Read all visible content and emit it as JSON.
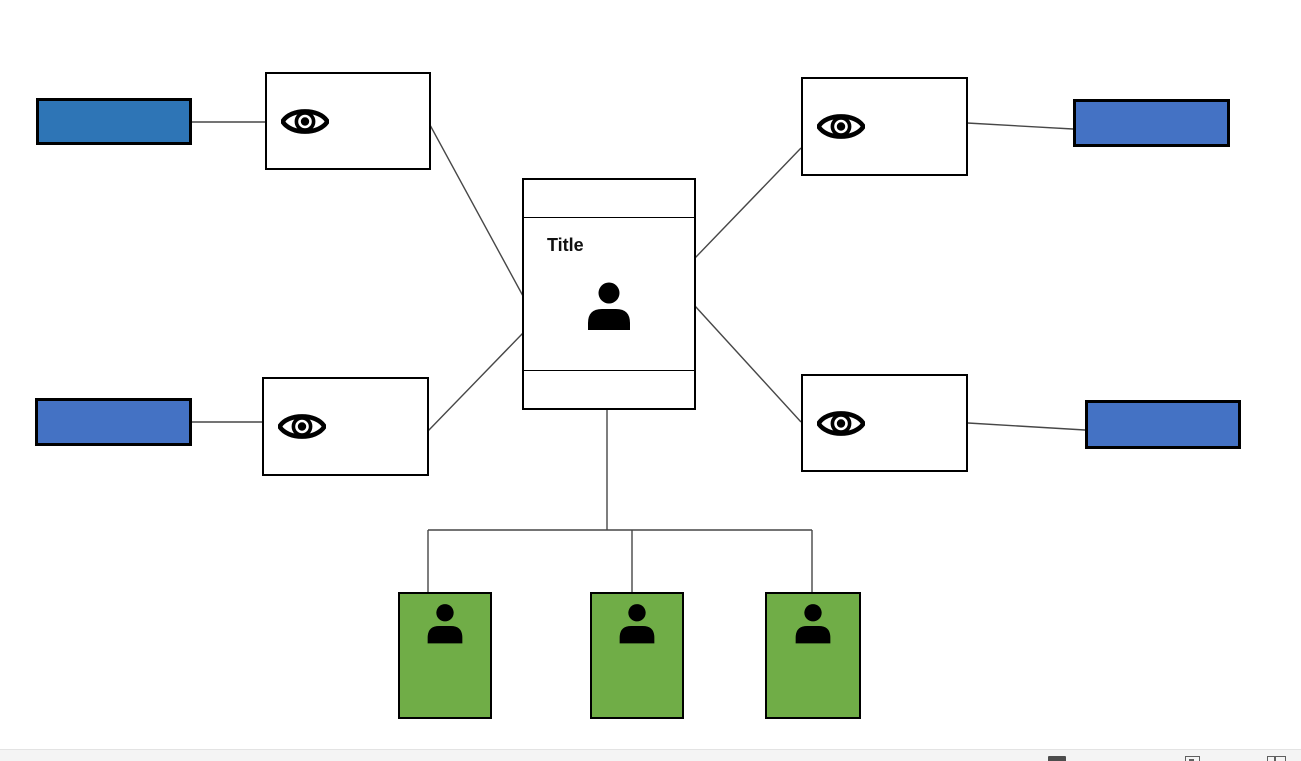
{
  "canvas": {
    "background": "#ffffff"
  },
  "diagram": {
    "center_card": {
      "title": "Title",
      "icon": "person-icon",
      "fill": "#ffffff",
      "border": "#000000"
    },
    "watcher_boxes": [
      {
        "id": "top-left",
        "icon": "eye-icon",
        "fill": "#ffffff",
        "border": "#000000"
      },
      {
        "id": "top-right",
        "icon": "eye-icon",
        "fill": "#ffffff",
        "border": "#000000"
      },
      {
        "id": "bottom-left",
        "icon": "eye-icon",
        "fill": "#ffffff",
        "border": "#000000"
      },
      {
        "id": "bottom-right",
        "icon": "eye-icon",
        "fill": "#ffffff",
        "border": "#000000"
      }
    ],
    "label_bars": [
      {
        "id": "top-left",
        "fill": "#2E75B6",
        "border": "#000000"
      },
      {
        "id": "top-right",
        "fill": "#4472C4",
        "border": "#000000"
      },
      {
        "id": "bottom-left",
        "fill": "#4472C4",
        "border": "#000000"
      },
      {
        "id": "bottom-right",
        "fill": "#4472C4",
        "border": "#000000"
      }
    ],
    "member_cards": [
      {
        "id": "member-1",
        "icon": "person-icon",
        "fill": "#70AD47",
        "border": "#000000"
      },
      {
        "id": "member-2",
        "icon": "person-icon",
        "fill": "#70AD47",
        "border": "#000000"
      },
      {
        "id": "member-3",
        "icon": "person-icon",
        "fill": "#70AD47",
        "border": "#000000"
      }
    ],
    "connector_color": "#474747"
  },
  "statusbar": {
    "background": "#f4f4f4",
    "icons": [
      "window-icon",
      "bracket-icon",
      "grid-icon"
    ]
  }
}
